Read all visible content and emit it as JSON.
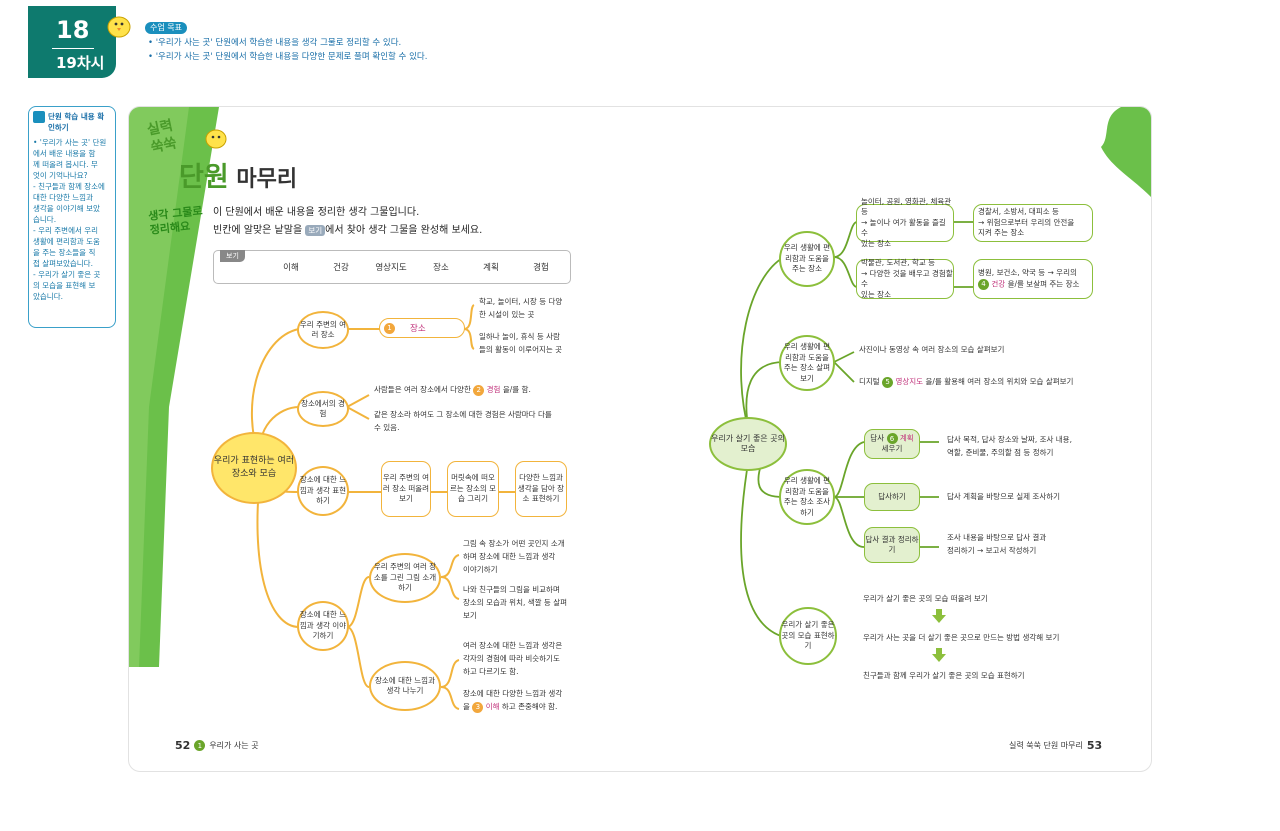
{
  "header": {
    "lesson_num": "18",
    "lesson_sub": "19차시",
    "objective_tag": "수업 목표",
    "objectives": [
      "• '우리가 사는 곳' 단원에서 학습한 내용을 생각 그물로 정리할 수 있다.",
      "• '우리가 사는 곳' 단원에서 학습한 내용을 다양한 문제로 풀며 확인할 수 있다."
    ]
  },
  "sidebar": {
    "title": "단원 학습 내용 확인하기",
    "lines": [
      "• '우리가 사는 곳' 단원",
      "  에서 배운 내용을 함",
      "  께 떠올려 봅시다. 무",
      "  엇이 기억나나요?",
      "- 친구들과 함께 장소에",
      "  대한 다양한 느낌과",
      "  생각을 이야기해 보았",
      "  습니다.",
      "- 우리 주변에서 우리",
      "  생활에 편리함과 도움",
      "  을 주는 장소들을 직",
      "  접 살펴보았습니다.",
      "- 우리가 살기 좋은 곳",
      "  의 모습을 표현해 보",
      "  았습니다."
    ]
  },
  "page": {
    "sil_line1": "실력",
    "sil_line2": "쑥쑥",
    "unit_word": "단원",
    "unit_rest": " 마무리",
    "thinkmap_line1": "생각 그물로",
    "thinkmap_line2": "정리해요",
    "intro1": "이 단원에서 배운 내용을 정리한 생각 그물입니다.",
    "intro2a": "빈칸에 알맞은 낱말을",
    "intro2_box": "보기",
    "intro2b": "에서 찾아 생각 그물을 완성해 보세요.",
    "wordbox_tag": "보기",
    "words": [
      "이해",
      "건강",
      "영상지도",
      "장소",
      "계획",
      "경험"
    ]
  },
  "left_map": {
    "center": "우리가 표현하는 여러 장소와 모습",
    "b1": "우리 주변의 여러 장소",
    "b1_pill_num": "1",
    "b1_pill_ans": "장소",
    "b1_t1": "학교, 놀이터, 시장 등 다양",
    "b1_t2": "한 시설이 있는 곳",
    "b1_t3": "일하나 놀이, 휴식 등 사람",
    "b1_t4": "들의 활동이 이루어지는 곳",
    "b2": "장소에서의 경험",
    "b2_t1a": "사람들은 여러 장소에서 다양한",
    "b2_num": "2",
    "b2_ans": "경험",
    "b2_t1b": "을/를 함.",
    "b2_t2": "같은 장소라 하여도 그 장소에 대한 경험은 사람마다 다를",
    "b2_t3": "수 있음.",
    "b3": "장소에 대한 느낌과 생각 표현하기",
    "b3_s1": "우리 주변의 여러 장소 떠올려 보기",
    "b3_s2": "머릿속에 떠오르는 장소의 모습 그리기",
    "b3_s3": "다양한 느낌과 생각을 담아 장소 표현하기",
    "b4": "장소에 대한 느낌과 생각 이야기하기",
    "b4_s1": "우리 주변의 여러 장소를 그린 그림 소개하기",
    "b4_s1_t1": "그림 속 장소가 어떤 곳인지 소개",
    "b4_s1_t2": "하며 장소에 대한 느낌과 생각",
    "b4_s1_t3": "이야기하기",
    "b4_s1_t4": "나와 친구들의 그림을 비교하며",
    "b4_s1_t5": "장소의 모습과 위치, 색깔 등 살펴",
    "b4_s1_t6": "보기",
    "b4_s2": "장소에 대한 느낌과 생각 나누기",
    "b4_s2_t1": "여러 장소에 대한 느낌과 생각은",
    "b4_s2_t2": "각자의 경험에 따라 비슷하기도",
    "b4_s2_t3": "하고 다르기도 함.",
    "b4_s2_t4": "장소에 대한 다양한 느낌과 생각",
    "b4_s2_t5a": "을",
    "b4_s2_num": "3",
    "b4_s2_ans": "이해",
    "b4_s2_t5b": "하고 존중해야 함."
  },
  "right_map": {
    "center": "우리가 살기 좋은 곳의 모습",
    "r1": "우리 생활에 편리함과 도움을 주는 장소",
    "r1_b1_1": "놀이터, 공원, 영화관, 체육관 등",
    "r1_b1_2": "→ 놀이나 여가 활동을 즐길 수",
    "r1_b1_3": "있는 장소",
    "r1_b2_1": "경찰서, 소방서, 대피소 등",
    "r1_b2_2": "→ 위험으로부터 우리의 안전을",
    "r1_b2_3": "지켜 주는 장소",
    "r1_b3_1": "박물관, 도서관, 학교 등",
    "r1_b3_2": "→ 다양한 것을 배우고 경험할 수",
    "r1_b3_3": "있는 장소",
    "r1_b4_1": "병원, 보건소, 약국 등 → 우리의",
    "r1_b4_num": "4",
    "r1_b4_ans": "건강",
    "r1_b4_2b": "을/를 보살펴 주는 장소",
    "r2": "우리 생활에 편리함과 도움을 주는 장소 살펴보기",
    "r2_t1": "사진이나 동영상 속 여러 장소의 모습 살펴보기",
    "r2_t2a": "디지털",
    "r2_num": "5",
    "r2_ans": "영상지도",
    "r2_t2b": "을/를 활용해 여러 장소의 위치와 모습 살펴보기",
    "r3": "우리 생활에 편리함과 도움을 주는 장소 조사하기",
    "r3_s1a": "답사",
    "r3_num": "6",
    "r3_ans": "계획",
    "r3_s1b": "세우기",
    "r3_s1_t1": "답사 목적, 답사 장소와 날짜, 조사 내용,",
    "r3_s1_t2": "역할, 준비물, 주의할 점 등 정하기",
    "r3_s2": "답사하기",
    "r3_s2_t": "답사 계획을 바탕으로 실제 조사하기",
    "r3_s3": "답사 결과 정리하기",
    "r3_s3_t1": "조사 내용을 바탕으로 답사 결과",
    "r3_s3_t2": "정리하기 → 보고서 작성하기",
    "r4": "우리가 살기 좋은 곳의 모습 표현하기",
    "r4_t1": "우리가 살기 좋은 곳의 모습 떠올려 보기",
    "r4_t2": "우리가 사는 곳을 더 살기 좋은 곳으로 만드는 방법 생각해 보기",
    "r4_t3": "친구들과 함께 우리가 살기 좋은 곳의 모습 표현하기"
  },
  "footer": {
    "left_page": "52",
    "left_num": "1",
    "left_label": "우리가 사는 곳",
    "right_label": "실력 쑥쑥 단원 마무리",
    "right_page": "53"
  },
  "colors": {
    "teal": "#0e7a6e",
    "green": "#6aa52a",
    "orange": "#f2b43c",
    "answer": "#c0307a",
    "blue": "#1a8fbd"
  }
}
